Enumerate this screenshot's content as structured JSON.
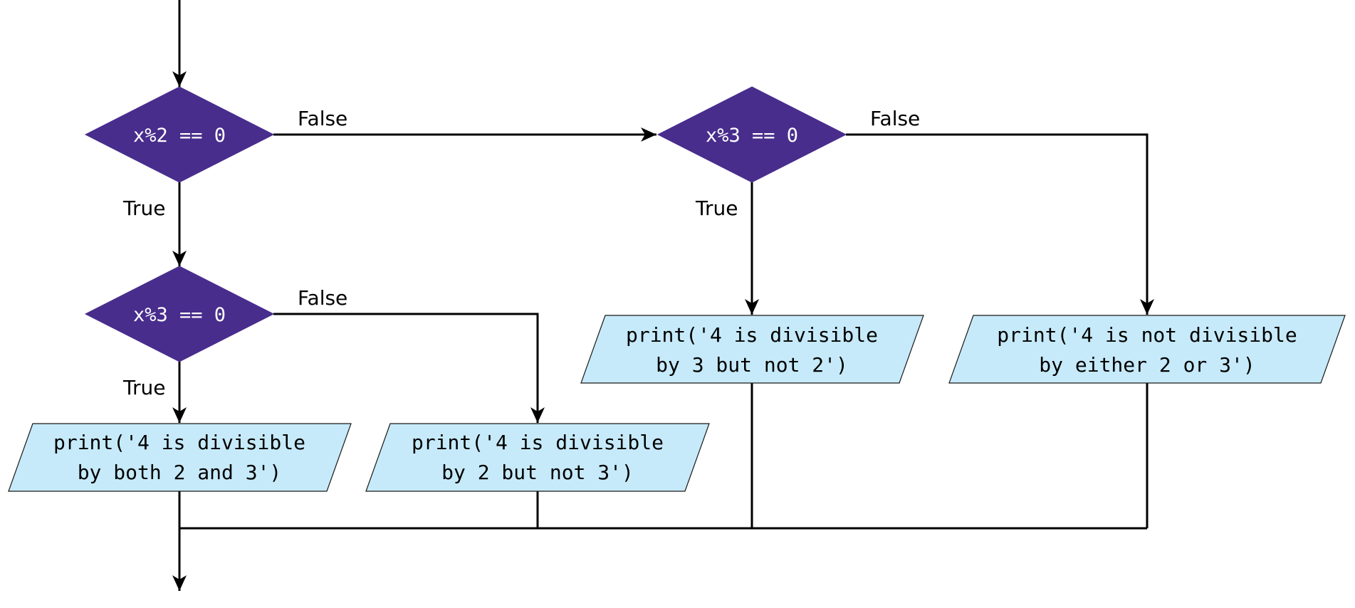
{
  "colors": {
    "decision_fill": "#482d8c",
    "io_fill": "#c6eaf9",
    "line": "#000000"
  },
  "decisions": {
    "d1": {
      "condition": "x%2 == 0"
    },
    "d2": {
      "condition": "x%3 == 0"
    },
    "d3": {
      "condition": "x%3 == 0"
    }
  },
  "outputs": {
    "o1": {
      "line1": "print('4 is divisible",
      "line2": "by both 2 and 3')"
    },
    "o2": {
      "line1": "print('4 is divisible",
      "line2": "by 2 but not 3')"
    },
    "o3": {
      "line1": "print('4 is divisible",
      "line2": "by 3 but not 2')"
    },
    "o4": {
      "line1": "print('4 is not divisible",
      "line2": "by either 2 or 3')"
    }
  },
  "edge_labels": {
    "d1_false": "False",
    "d1_true": "True",
    "d2_false": "False",
    "d2_true": "True",
    "d3_false": "False",
    "d3_true": "True"
  }
}
